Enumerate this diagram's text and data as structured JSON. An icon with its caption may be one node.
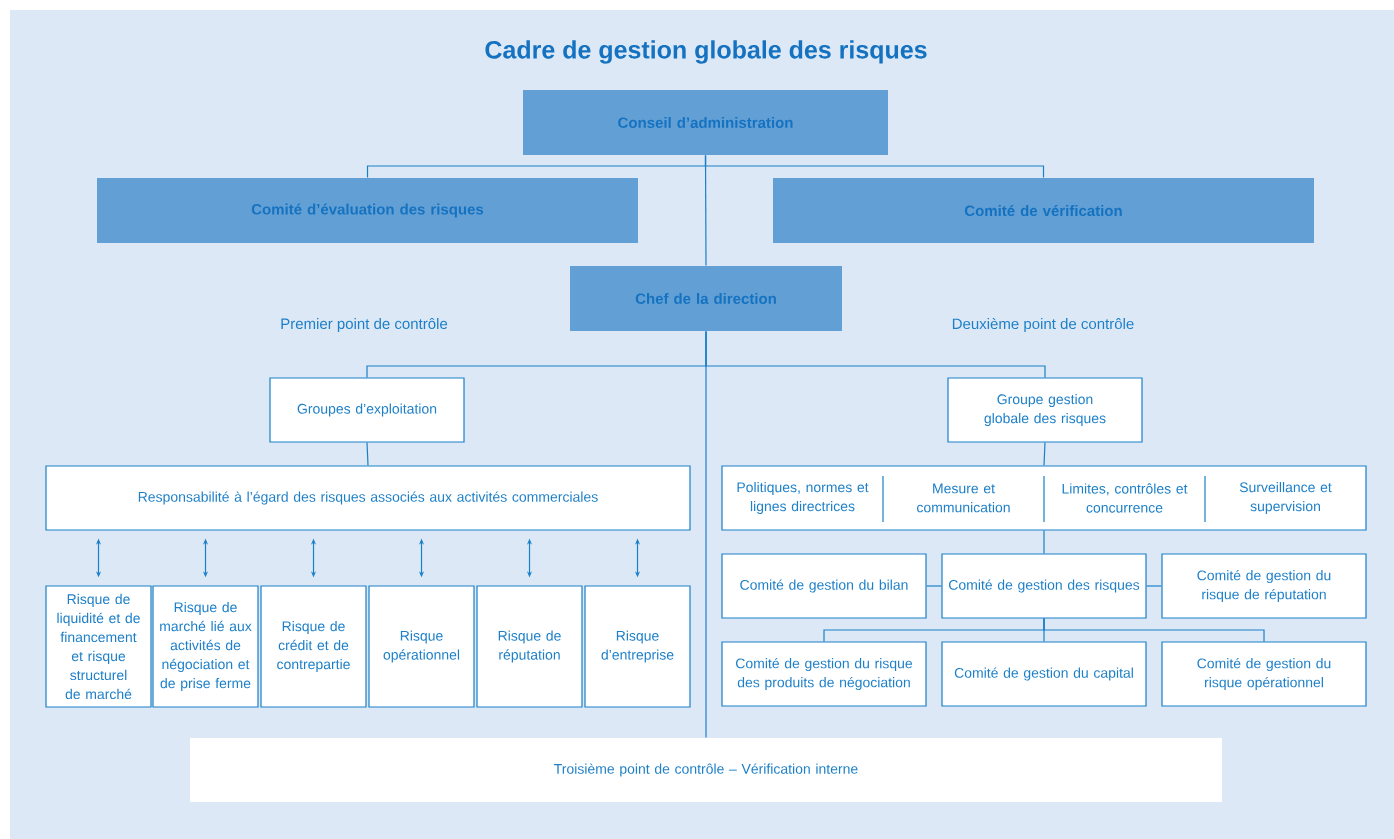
{
  "diagram": {
    "title": "Cadre de gestion globale des risques",
    "nodes": [
      {
        "text": [
          "Conseil d’administration"
        ]
      },
      {
        "text": [
          "Comité d’évaluation des risques"
        ]
      },
      {
        "text": [
          "Comité de vérification"
        ]
      },
      {
        "text": [
          "Chef de la direction"
        ]
      },
      {
        "text": [
          "Groupes d’exploitation"
        ]
      },
      {
        "text": [
          "Groupe gestion globale des risques"
        ]
      },
      {
        "text": [
          "Responsabilité à l’égard des risques associés aux activités commerciales"
        ]
      },
      {
        "text": [
          "Politiques, normes et lignes directrices",
          "Mesure et communication",
          "Limites, contrôles et concurrence",
          "Surveillance et supervision"
        ]
      },
      {
        "text": [
          "Risque de liquidité et de financement et risque structurel de marché"
        ]
      },
      {
        "text": [
          "Risque de marché lié aux activités de négociation et de prise ferme"
        ]
      },
      {
        "text": [
          "Risque de crédit et de contrepartie"
        ]
      },
      {
        "text": [
          "Risque opérationnel"
        ]
      },
      {
        "text": [
          "Risque de réputation"
        ]
      },
      {
        "text": [
          "Risque d’entreprise"
        ]
      },
      {
        "text": [
          "Comité de gestion du bilan"
        ]
      },
      {
        "text": [
          "Comité de gestion des risques"
        ]
      },
      {
        "text": [
          "Comité de gestion du risque de réputation"
        ]
      },
      {
        "text": [
          "Comité de gestion du risque des produits de négociation"
        ]
      },
      {
        "text": [
          "Comité de gestion du capital"
        ]
      },
      {
        "text": [
          "Comité de gestion du risque opérationnel"
        ]
      },
      {
        "text": [
          "Troisième point de contrôle – Vérification interne"
        ]
      }
    ],
    "edges": [
      {
        "from": 0,
        "to": 1,
        "arrow": "none"
      },
      {
        "from": 0,
        "to": 2,
        "arrow": "none"
      },
      {
        "from": 0,
        "to": 3,
        "arrow": "none"
      },
      {
        "from": 3,
        "to": 4,
        "arrow": "none"
      },
      {
        "from": 3,
        "to": 5,
        "arrow": "none"
      },
      {
        "from": 3,
        "to": 20,
        "arrow": "none"
      },
      {
        "from": 4,
        "to": 6,
        "arrow": "none"
      },
      {
        "from": 6,
        "to": 8,
        "arrow": "both"
      },
      {
        "from": 6,
        "to": 9,
        "arrow": "both"
      },
      {
        "from": 6,
        "to": 10,
        "arrow": "both"
      },
      {
        "from": 6,
        "to": 11,
        "arrow": "both"
      },
      {
        "from": 6,
        "to": 12,
        "arrow": "both"
      },
      {
        "from": 6,
        "to": 13,
        "arrow": "both"
      },
      {
        "from": 5,
        "to": 7,
        "arrow": "none"
      },
      {
        "from": 7,
        "to": 15,
        "arrow": "none"
      },
      {
        "from": 15,
        "to": 14,
        "arrow": "none"
      },
      {
        "from": 15,
        "to": 16,
        "arrow": "none"
      },
      {
        "from": 15,
        "to": 17,
        "arrow": "none"
      },
      {
        "from": 15,
        "to": 18,
        "arrow": "none"
      },
      {
        "from": 15,
        "to": 19,
        "arrow": "none"
      }
    ],
    "labels": [
      "Premier point de contrôle",
      "Deuxième point de contrôle"
    ]
  }
}
